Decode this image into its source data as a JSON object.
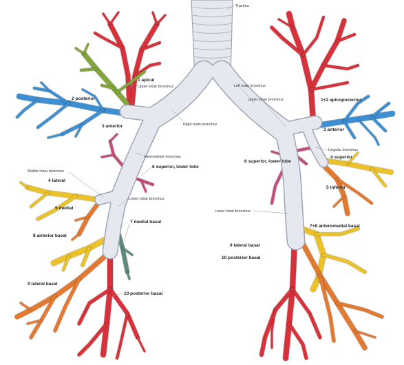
{
  "labels": {
    "trachea": "Trachea",
    "right_apical": "1 apical",
    "right_upper_lobar": "Upper lobar bronchus",
    "right_posterior": "2 posterior",
    "right_anterior": "3 anterior",
    "right_main": "Right main bronchus",
    "intermediate": "Intermediate bronchus",
    "right_superior": "6 superior, lower lobe",
    "middle_lobar": "Middle lobar bronchus",
    "lateral": "4 lateral",
    "medial": "5 medial",
    "right_lower_lobar": "Lower lobar bronchus",
    "right_medial_basal": "7 medial basal",
    "right_anterior_basal": "8 anterior basal",
    "right_lateral_basal": "9 lateral basal",
    "right_posterior_basal": "10 posterior basal",
    "left_main": "Left main bronchus",
    "left_upper_lobar": "Upper lobar bronchus",
    "left_apicoposterior": "1+2 apicoposterior",
    "left_anterior": "3 anterior",
    "lingular": "Lingular bronchus",
    "left_superior": "6 superior, lower lobe",
    "superior_lingular": "4 superior",
    "inferior_lingular": "5 inferior",
    "left_lower_lobar": "Lower lobar bronchus",
    "left_anteromedial_basal": "7+8 anteromedial basal",
    "left_lateral_basal": "9 lateral basal",
    "left_posterior_basal": "10 posterior basal"
  },
  "colors": {
    "red": "#d7323b",
    "green": "#82a63c",
    "blue": "#3e8fd2",
    "pink": "#c24e7c",
    "yellow": "#ecc22a",
    "orange": "#e27a32",
    "teal": "#5e8a78",
    "bronchus": "#e6e8ef"
  }
}
